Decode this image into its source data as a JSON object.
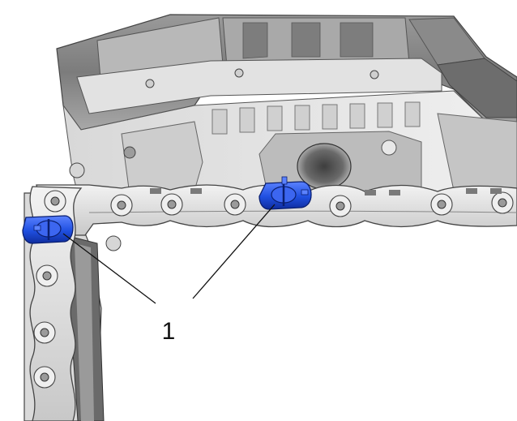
{
  "colors": {
    "background": "#ffffff",
    "metal_light": "#e6e6e6",
    "metal_mid": "#c9c9c9",
    "metal_dark": "#8e8e8e",
    "metal_deep": "#6a6a6a",
    "metal_shadow": "#575757",
    "clip_blue": "#1f4fe0",
    "clip_blue_light": "#5b82ff",
    "clip_blue_dark": "#0f2d9e",
    "leader_line": "#111111"
  },
  "callout": {
    "number": "1",
    "points_to": [
      "left-gasket-clip",
      "center-gasket-clip"
    ]
  }
}
